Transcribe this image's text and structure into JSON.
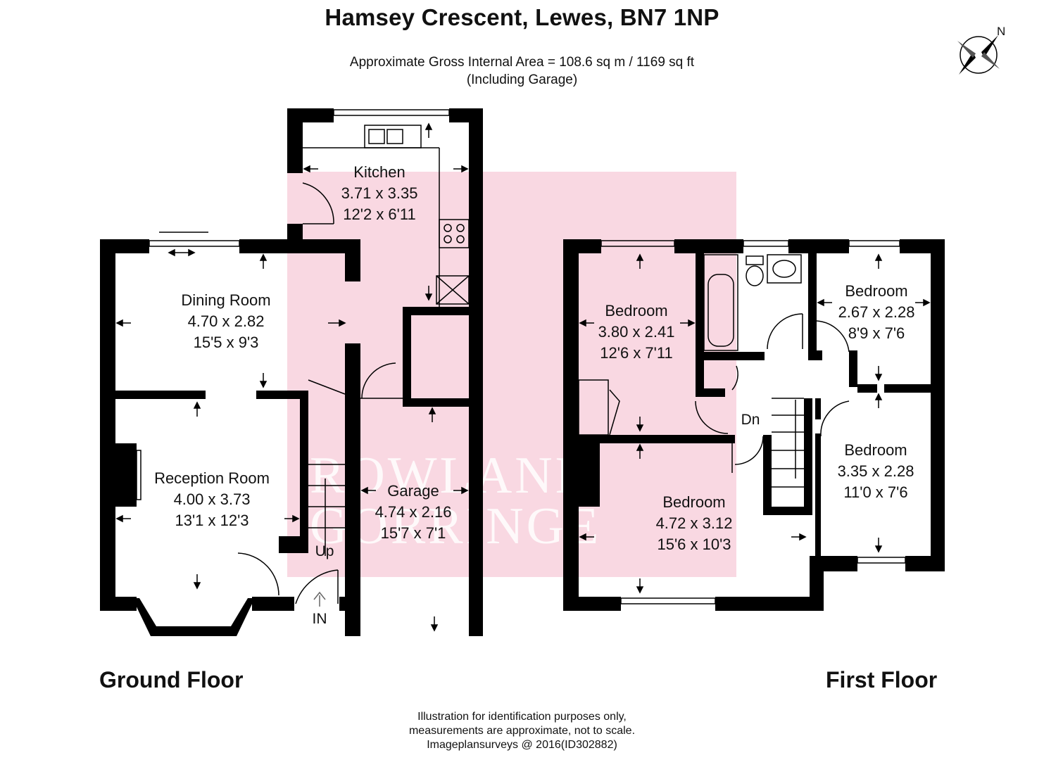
{
  "header": {
    "title": "Hamsey Crescent, Lewes, BN7 1NP",
    "area_line": "Approximate Gross Internal Area = 108.6 sq m / 1169 sq ft",
    "area_note": "(Including Garage)"
  },
  "compass": {
    "label": "N",
    "icon": "compass-rose-icon"
  },
  "ground_floor": {
    "label": "Ground Floor",
    "rooms": {
      "kitchen": {
        "name": "Kitchen",
        "metric": "3.71 x 3.35",
        "imperial": "12'2 x 6'11"
      },
      "dining": {
        "name": "Dining Room",
        "metric": "4.70 x 2.82",
        "imperial": "15'5 x 9'3"
      },
      "reception": {
        "name": "Reception Room",
        "metric": "4.00 x 3.73",
        "imperial": "13'1 x 12'3"
      },
      "garage": {
        "name": "Garage",
        "metric": "4.74 x 2.16",
        "imperial": "15'7 x 7'1"
      }
    },
    "stairs_label": "Up",
    "entrance_label": "IN"
  },
  "first_floor": {
    "label": "First Floor",
    "rooms": {
      "bedroom1": {
        "name": "Bedroom",
        "metric": "3.80 x 2.41",
        "imperial": "12'6 x 7'11"
      },
      "bedroom2": {
        "name": "Bedroom",
        "metric": "2.67 x 2.28",
        "imperial": "8'9 x 7'6"
      },
      "bedroom3": {
        "name": "Bedroom",
        "metric": "3.35 x 2.28",
        "imperial": "11'0 x 7'6"
      },
      "bedroom4": {
        "name": "Bedroom",
        "metric": "4.72 x 3.12",
        "imperial": "15'6 x 10'3"
      }
    },
    "stairs_label": "Dn"
  },
  "watermark": {
    "line1": "ROWLAND",
    "line2": "GORRINGE"
  },
  "footer": {
    "line1": "Illustration for identification purposes only,",
    "line2": "measurements are approximate, not to scale.",
    "line3": "Imageplansurveys @ 2016(ID302882)"
  },
  "colors": {
    "wall": "#000000",
    "watermark_bg": "#f9d8e2",
    "arrow": "#000000"
  }
}
